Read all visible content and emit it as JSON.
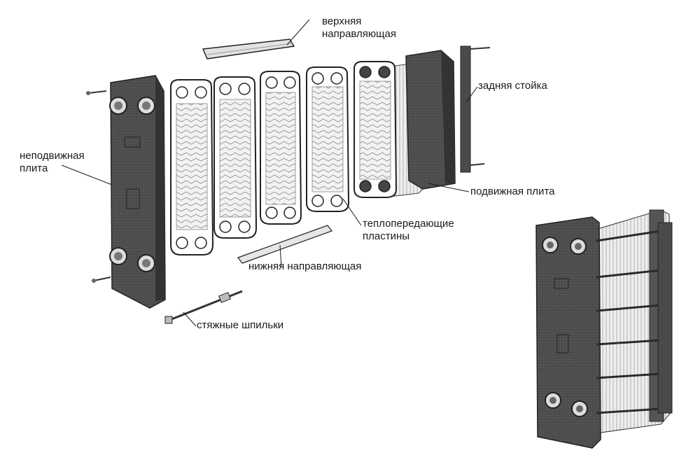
{
  "labels": {
    "top_guide": [
      "верхняя",
      "направляющая"
    ],
    "rear_post": "задняя стойка",
    "fixed_plate": [
      "неподвижная",
      "плита"
    ],
    "movable_plate": "подвижная плита",
    "heat_transfer_plates": [
      "теплопередающие",
      "пластины"
    ],
    "bottom_guide": "нижняя направляющая",
    "tie_bolts": "стяжные шпильки"
  },
  "colors": {
    "frame_dark": "#4a4a4a",
    "plate_outline": "#2a2a2a",
    "line": "#1a1a1a",
    "background": "#ffffff"
  }
}
